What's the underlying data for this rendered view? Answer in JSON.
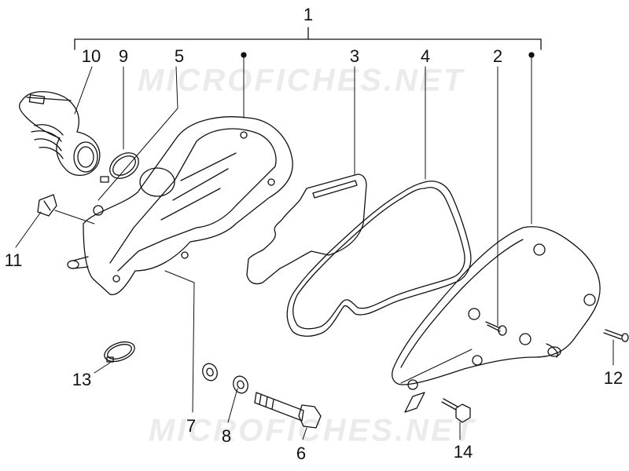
{
  "watermark": "MICROFICHES.NET",
  "callouts": {
    "c1": "1",
    "c2": "2",
    "c3": "3",
    "c4": "4",
    "c5": "5",
    "c6": "6",
    "c7": "7",
    "c8": "8",
    "c9": "9",
    "c10": "10",
    "c11": "11",
    "c12": "12",
    "c13": "13",
    "c14": "14"
  },
  "colors": {
    "line": "#111111",
    "watermark": "#ebebeb",
    "background": "#ffffff"
  }
}
